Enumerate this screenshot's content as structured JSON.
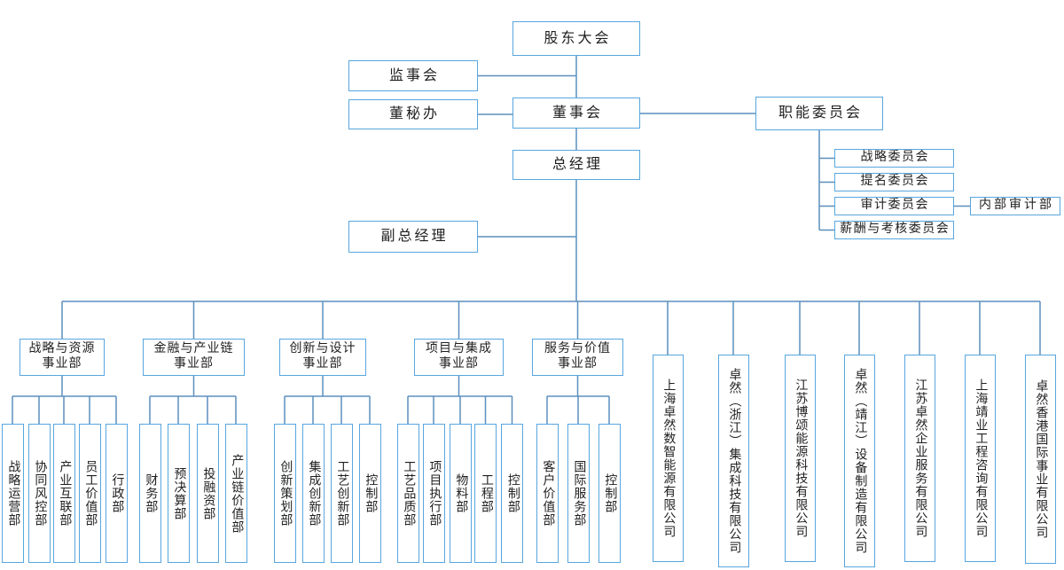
{
  "colors": {
    "line": "#5b8fbe",
    "box_border": "#58a6de",
    "text": "#1f1f1f",
    "background": "#ffffff"
  },
  "top_nodes": {
    "shareholders_meeting": "股东大会",
    "supervisory_board": "监事会",
    "board_secretary_office": "董秘办",
    "board_of_directors": "董事会",
    "general_manager": "总经理",
    "deputy_general_manager": "副总经理",
    "functional_committees": "职能委员会",
    "internal_audit_department": "内部审计部"
  },
  "committees": [
    {
      "label": "战略委员会"
    },
    {
      "label": "提名委员会"
    },
    {
      "label": "审计委员会"
    },
    {
      "label": "薪酬与考核委员会"
    }
  ],
  "divisions": [
    {
      "label_lines": [
        "战略与资源",
        "事业部"
      ],
      "departments": [
        "战略运营部",
        "协同风控部",
        "产业互联部",
        "员工价值部",
        "行政部"
      ]
    },
    {
      "label_lines": [
        "金融与产业链",
        "事业部"
      ],
      "departments": [
        "财务部",
        "预决算部",
        "投融资部",
        "产业链价值部"
      ]
    },
    {
      "label_lines": [
        "创新与设计",
        "事业部"
      ],
      "departments": [
        "创新策划部",
        "集成创新部",
        "工艺创新部",
        "控制部"
      ]
    },
    {
      "label_lines": [
        "项目与集成",
        "事业部"
      ],
      "departments": [
        "工艺品质部",
        "项目执行部",
        "物料部",
        "工程部",
        "控制部"
      ]
    },
    {
      "label_lines": [
        "服务与价值",
        "事业部"
      ],
      "departments": [
        "客户价值部",
        "国际服务部",
        "控制部"
      ]
    }
  ],
  "subsidiaries": [
    {
      "label": "上海卓然数智能源有限公司"
    },
    {
      "label": "卓然（浙江）集成科技有限公司"
    },
    {
      "label": "江苏博颂能源科技有限公司"
    },
    {
      "label": "卓然（靖江）设备制造有限公司"
    },
    {
      "label": "江苏卓然企业服务有限公司"
    },
    {
      "label": "上海靖业工程咨询有限公司"
    },
    {
      "label": "卓然香港国际事业有限公司"
    }
  ]
}
